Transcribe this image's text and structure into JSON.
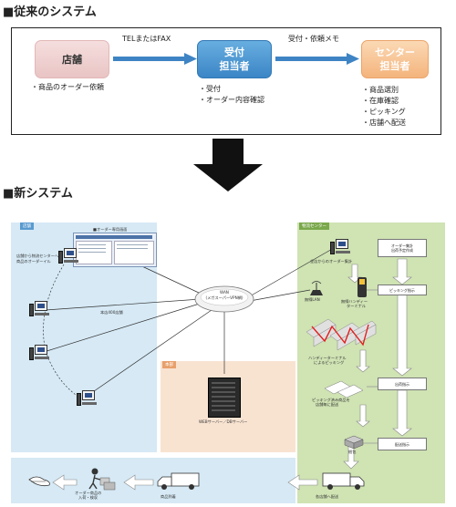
{
  "old_system": {
    "title": "■従来のシステム",
    "store": {
      "label": "店舗",
      "notes": [
        "・商品のオーダー依頼"
      ]
    },
    "arrow1_label": "TELまたはFAX",
    "reception": {
      "label_lines": [
        "受付",
        "担当者"
      ],
      "notes": [
        "・受付",
        "・オーダー内容確認"
      ]
    },
    "arrow2_label": "受付・依頼メモ",
    "center": {
      "label_lines": [
        "センター",
        "担当者"
      ],
      "notes": [
        "・商品選別",
        "・在庫確認",
        "・ピッキング",
        "・店舗へ配送"
      ]
    }
  },
  "new_system": {
    "title": "■新システム",
    "store_zone": {
      "label": "店舗",
      "description": [
        "店舗から物流センターへ",
        "商品のオーダーイル"
      ],
      "screen_title": "■オーダー専用画面",
      "branch_count": "本店400店舗"
    },
    "wan": {
      "lines": [
        "WAN",
        "(メガスーパーVPN網)"
      ]
    },
    "hq_zone": {
      "label": "本部",
      "server_label": "WEBサーバー／DBサーバー"
    },
    "logistics_zone": {
      "label": "物流センター",
      "order_collect": "全店からのオーダー集計",
      "wireless": "無線LAN",
      "handy": [
        "無線ハンディー",
        "ターミナル"
      ],
      "picking_desc": [
        "ハンディーターミナル",
        "によるピッキング"
      ],
      "slip_desc": [
        "ピッキング済み商品を",
        "店舗毎に配送"
      ],
      "pack": "梱包",
      "steps": [
        [
          "オーダー集計",
          "出荷予定作成"
        ],
        [
          "ピッキング指示"
        ],
        [
          "出荷指示"
        ],
        [
          "配送指示"
        ]
      ]
    },
    "delivery": {
      "receive_label": [
        "オーダー商品の",
        "入荷・検収"
      ],
      "truck1_label": "商品到着",
      "truck2_label": "各店舗へ配送"
    }
  },
  "colors": {
    "store_zone": "#d6e9f5",
    "hq_zone": "#f8e3d1",
    "logistics_zone": "#cfe3b3",
    "store_tab": "#5a9bd0",
    "hq_tab": "#e8a06c",
    "logistics_tab": "#7aa84b",
    "old_arrow": "#3e84c4"
  }
}
